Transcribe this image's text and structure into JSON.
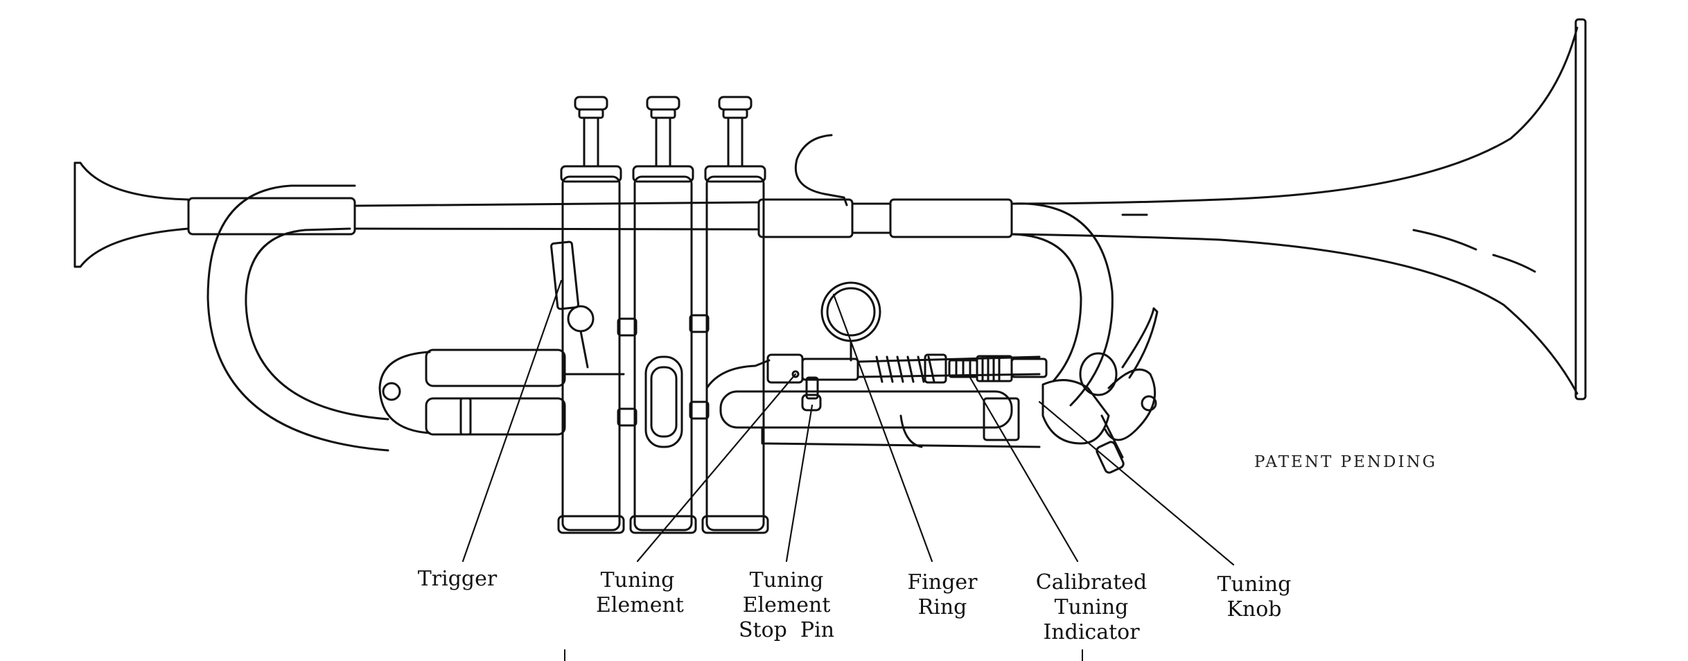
{
  "patent_notice": "PATENT PENDING",
  "labels": {
    "trigger": [
      "Trigger"
    ],
    "tuning_element": [
      "Tuning",
      "Element"
    ],
    "stop_pin": [
      "Tuning",
      "Element",
      "Stop  Pin"
    ],
    "finger_ring": [
      "Finger",
      "Ring"
    ],
    "calibrated_indicator": [
      "Calibrated",
      "Tuning",
      "Indicator"
    ],
    "tuning_knob": [
      "Tuning",
      "Knob"
    ]
  },
  "colors": {
    "ink": "#111111",
    "paper": "#ffffff"
  }
}
